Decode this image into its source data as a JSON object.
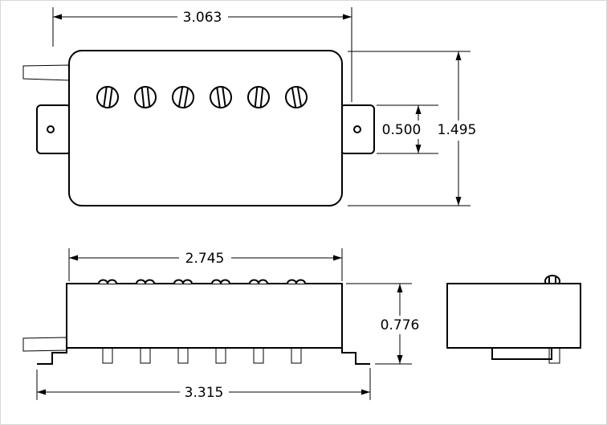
{
  "drawing": {
    "top_view": {
      "mounting_width": "3.063",
      "ear_height": "0.500",
      "body_height": "1.495"
    },
    "side_view": {
      "cover_width": "2.745",
      "body_depth": "0.776",
      "overall_width": "3.315"
    }
  }
}
